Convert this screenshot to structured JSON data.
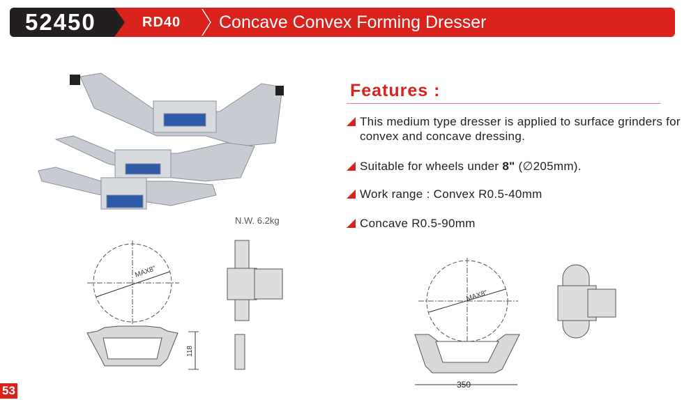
{
  "header": {
    "code": "52450",
    "model": "RD40",
    "title": "Concave Convex Forming Dresser"
  },
  "features": {
    "heading": "Features :",
    "items": [
      {
        "text": "This medium type dresser is applied to surface grinders for convex and concave dressing."
      },
      {
        "pre": "Suitable for wheels under ",
        "bold": "8\"",
        "post": " (∅205mm)."
      },
      {
        "text": "Work range : Convex R0.5-40mm"
      },
      {
        "text": "Concave R0.5-90mm"
      }
    ]
  },
  "net_weight": "N.W. 6.2kg",
  "drawings": {
    "max_label": "MAX8\"",
    "height_dim": "118",
    "width_dim": "350"
  },
  "page_number": "53",
  "colors": {
    "accent": "#d9221c",
    "dark": "#231f20"
  }
}
